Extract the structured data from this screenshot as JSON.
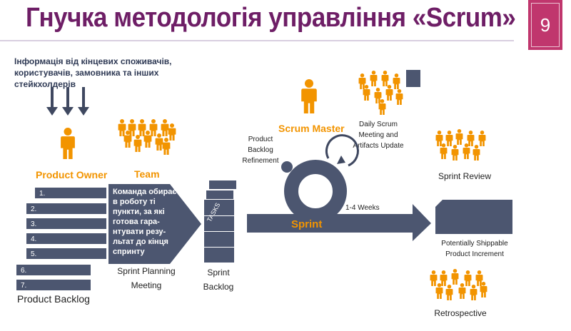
{
  "title": "Гнучка методологія управління «Scrum»",
  "page_number": "9",
  "info_text": "Інформація від кінцевих споживачів, користувачів, замовника та інших стейкхолдерів",
  "product_owner": "Product Owner",
  "team": "Team",
  "scrum_master": "Scrum Master",
  "backlog_items": [
    "1.",
    "2.",
    "3.",
    "4.",
    "5.",
    "6.",
    "7."
  ],
  "product_backlog": "Product Backlog",
  "team_choice_text": "Команда обирає в роботу ті пункти, за які готова гара-нтувати резу-льтат до кінця спринту",
  "sprint_planning": "Sprint Planning Meeting",
  "tasks": "TASKS",
  "sprint_backlog": "Sprint Backlog",
  "backlog_refinement": "Product Backlog Refinement",
  "daily_scrum": "Daily Scrum Meeting and Artifacts Update",
  "sprint": "Sprint",
  "weeks": "1-4 Weeks",
  "sprint_review": "Sprint Review",
  "increment": "Potentially Shippable Product Increment",
  "retrospective": "Retrospective",
  "colors": {
    "title": "#6e1e66",
    "accent": "#c0366d",
    "orange": "#f29400",
    "slate": "#4c5670"
  }
}
